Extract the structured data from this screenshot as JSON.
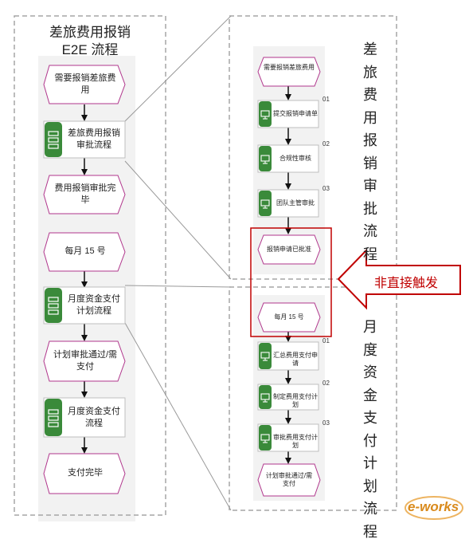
{
  "left": {
    "title_line1": "差旅费用报销",
    "title_line2": "E2E 流程",
    "items": [
      {
        "label": "需要报销差旅费用",
        "shape": "hex"
      },
      {
        "label": "差旅费用报销审批流程",
        "shape": "process"
      },
      {
        "label": "费用报销审批完毕",
        "shape": "hex"
      },
      {
        "label": "每月 15 号",
        "shape": "hex"
      },
      {
        "label": "月度资金支付计划流程",
        "shape": "process"
      },
      {
        "label": "计划审批通过/需支付",
        "shape": "hex"
      },
      {
        "label": "月度资金支付流程",
        "shape": "process"
      },
      {
        "label": "支付完毕",
        "shape": "hex"
      }
    ]
  },
  "right_top": {
    "title": "差旅费用报销审批流程",
    "items": [
      {
        "label": "需要报销差旅费用",
        "shape": "hex"
      },
      {
        "label": "提交报销申请单",
        "shape": "task",
        "step": "01"
      },
      {
        "label": "合规性审核",
        "shape": "task",
        "step": "02"
      },
      {
        "label": "团队主管审批",
        "shape": "task",
        "step": "03"
      },
      {
        "label": "报销申请已批准",
        "shape": "hex"
      }
    ]
  },
  "right_bottom": {
    "title": "月度资金支付计划流程",
    "items": [
      {
        "label": "每月 15 号",
        "shape": "hex"
      },
      {
        "label": "汇总费用支付申请",
        "shape": "task",
        "step": "01"
      },
      {
        "label": "制定费用支付计划",
        "shape": "task",
        "step": "02"
      },
      {
        "label": "审批费用支付计划",
        "shape": "task",
        "step": "03"
      },
      {
        "label": "计划审批通过/需支付",
        "shape": "hex"
      }
    ]
  },
  "callout": {
    "label": "非直接触发"
  },
  "watermark": {
    "text": "e-works"
  },
  "colors": {
    "hex_border": "#b0368c",
    "process_green": "#3a8a3a",
    "callout_red": "#c00000",
    "dash_gray": "#a6a6a6",
    "band": "#f2f2f2"
  }
}
